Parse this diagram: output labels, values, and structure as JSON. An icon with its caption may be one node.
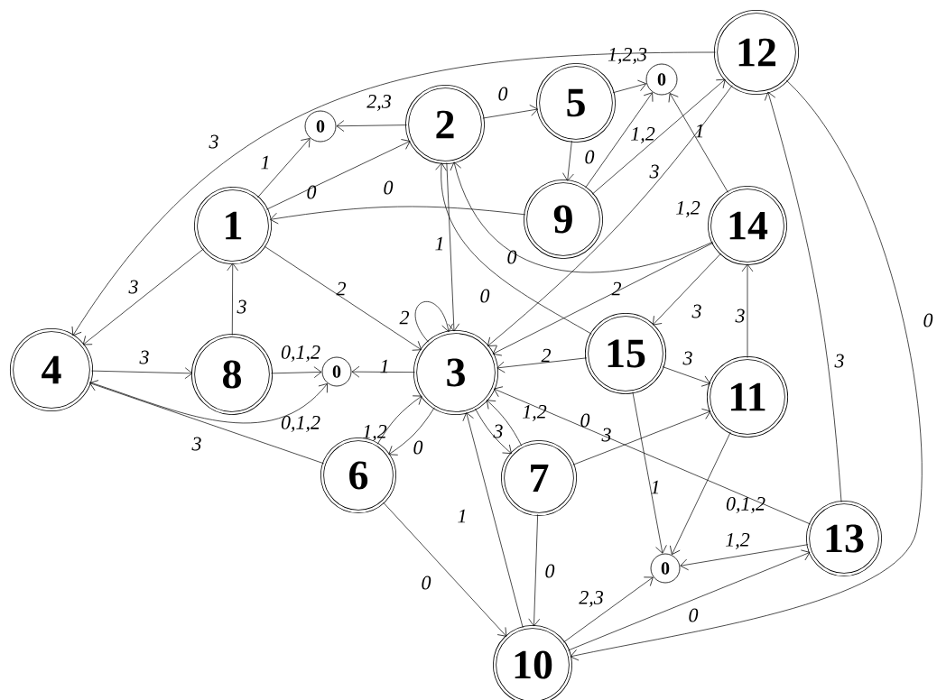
{
  "diagram": {
    "nodes": [
      {
        "text": [
          "1"
        ]
      },
      {
        "text": [
          "2"
        ]
      },
      {
        "text": [
          "5"
        ]
      },
      {
        "text": [
          "12"
        ]
      },
      {
        "text": [
          "0"
        ]
      },
      {
        "text": [
          "0"
        ]
      },
      {
        "text": [
          "9"
        ]
      },
      {
        "text": [
          "14"
        ]
      },
      {
        "text": [
          "4"
        ]
      },
      {
        "text": [
          "8"
        ]
      },
      {
        "text": [
          "0"
        ]
      },
      {
        "text": [
          "3"
        ]
      },
      {
        "text": [
          "15"
        ]
      },
      {
        "text": [
          "11"
        ]
      },
      {
        "text": [
          "6"
        ]
      },
      {
        "text": [
          "7"
        ]
      },
      {
        "text": [
          "13"
        ]
      },
      {
        "text": [
          "0"
        ]
      },
      {
        "text": [
          "10"
        ]
      }
    ],
    "edges": [
      {
        "from": 0,
        "to": 4,
        "arrow": "to",
        "label": "1"
      },
      {
        "from": 1,
        "to": 4,
        "arrow": "to",
        "label": "2,3"
      },
      {
        "from": 0,
        "to": 1,
        "arrow": "to",
        "label": "0"
      },
      {
        "from": 6,
        "to": 0,
        "arrow": "to",
        "label": "0"
      },
      {
        "from": 3,
        "to": 8,
        "arrow": "to",
        "label": "3"
      },
      {
        "from": 0,
        "to": 8,
        "arrow": "to",
        "label": "3"
      },
      {
        "from": 0,
        "to": 11,
        "arrow": "to",
        "label": "2"
      },
      {
        "from": 9,
        "to": 0,
        "arrow": "to",
        "label": "3"
      },
      {
        "from": 8,
        "to": 9,
        "arrow": "to",
        "label": "3"
      },
      {
        "from": 9,
        "to": 10,
        "arrow": "to",
        "label": "0,1,2"
      },
      {
        "from": 11,
        "to": 10,
        "arrow": "to",
        "label": "1"
      },
      {
        "from": 8,
        "to": 10,
        "arrow": "to",
        "label": "0,1,2"
      },
      {
        "from": 11,
        "to": 11,
        "arrow": "to",
        "label": "2"
      },
      {
        "from": 1,
        "to": 11,
        "arrow": "to",
        "label": "1"
      },
      {
        "from": 1,
        "to": 2,
        "arrow": "to",
        "label": "0"
      },
      {
        "from": 2,
        "to": 5,
        "arrow": "to",
        "label": "1,2,3"
      },
      {
        "from": 2,
        "to": 6,
        "arrow": "to",
        "label": "0"
      },
      {
        "from": 6,
        "to": 5,
        "arrow": "to",
        "label": "1,2"
      },
      {
        "from": 6,
        "to": 3,
        "arrow": "to",
        "label": "3"
      },
      {
        "from": 7,
        "to": 5,
        "arrow": "to",
        "label": "1"
      },
      {
        "from": 3,
        "to": 11,
        "arrow": "to",
        "label": "1,2"
      },
      {
        "from": 7,
        "to": 1,
        "arrow": "to",
        "label": "0"
      },
      {
        "from": 7,
        "to": 11,
        "arrow": "to",
        "label": "2"
      },
      {
        "from": 7,
        "to": 12,
        "arrow": "to",
        "label": "3"
      },
      {
        "from": 12,
        "to": 1,
        "arrow": "to",
        "label": "0"
      },
      {
        "from": 12,
        "to": 11,
        "arrow": "to",
        "label": "2"
      },
      {
        "from": 12,
        "to": 13,
        "arrow": "to",
        "label": "3"
      },
      {
        "from": 13,
        "to": 7,
        "arrow": "to",
        "label": "3"
      },
      {
        "from": 12,
        "to": 17,
        "arrow": "to",
        "label": "1"
      },
      {
        "from": 13,
        "to": 17,
        "arrow": "to",
        "label": "0,1,2"
      },
      {
        "from": 16,
        "to": 17,
        "arrow": "to",
        "label": "1,2"
      },
      {
        "from": 16,
        "to": 11,
        "arrow": "to",
        "label": "0"
      },
      {
        "from": 16,
        "to": 3,
        "arrow": "to",
        "label": "3"
      },
      {
        "from": 3,
        "to": 18,
        "arrow": "to",
        "label": "0"
      },
      {
        "from": 15,
        "to": 13,
        "arrow": "to",
        "label": "3"
      },
      {
        "from": 15,
        "to": 11,
        "arrow": "to",
        "label": "1,2"
      },
      {
        "from": 11,
        "to": 15,
        "arrow": "to",
        "label": "3"
      },
      {
        "from": 14,
        "to": 11,
        "arrow": "to",
        "label": "1,2"
      },
      {
        "from": 11,
        "to": 14,
        "arrow": "to",
        "label": "0"
      },
      {
        "from": 14,
        "to": 8,
        "arrow": "to",
        "label": "3"
      },
      {
        "from": 14,
        "to": 18,
        "arrow": "to",
        "label": "0"
      },
      {
        "from": 18,
        "to": 11,
        "arrow": "to",
        "label": "1"
      },
      {
        "from": 15,
        "to": 18,
        "arrow": "to",
        "label": "0"
      },
      {
        "from": 18,
        "to": 17,
        "arrow": "to",
        "label": "2,3"
      },
      {
        "from": 18,
        "to": 16,
        "arrow": "to",
        "label": "0"
      }
    ]
  }
}
